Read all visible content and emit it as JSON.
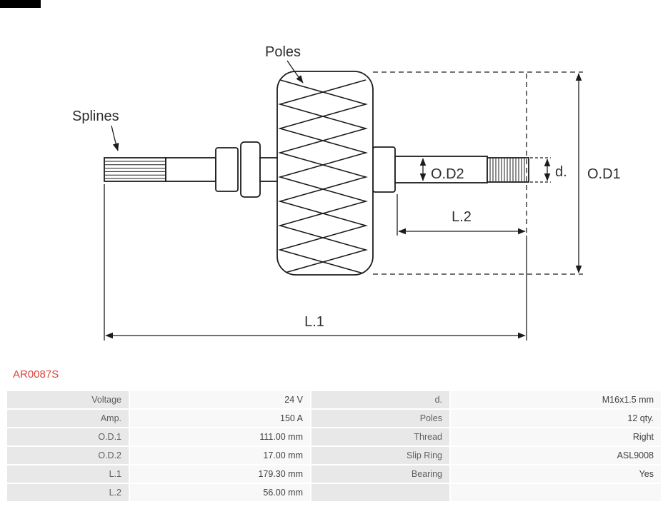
{
  "colors": {
    "accent": "#d9453c",
    "line": "#1c1c1c",
    "label-bg": "#e8e8e8",
    "value-bg": "#f8f8f8"
  },
  "part_number": "AR0087S",
  "diagram": {
    "labels": {
      "poles": "Poles",
      "splines": "Splines",
      "od2": "O.D2",
      "d": "d.",
      "od1": "O.D1",
      "l2": "L.2",
      "l1": "L.1"
    }
  },
  "spec_table": {
    "rows": [
      {
        "l1": "Voltage",
        "v1": "24 V",
        "l2": "d.",
        "v2": "M16x1.5 mm"
      },
      {
        "l1": "Amp.",
        "v1": "150 A",
        "l2": "Poles",
        "v2": "12 qty."
      },
      {
        "l1": "O.D.1",
        "v1": "111.00 mm",
        "l2": "Thread",
        "v2": "Right"
      },
      {
        "l1": "O.D.2",
        "v1": "17.00 mm",
        "l2": "Slip Ring",
        "v2": "ASL9008"
      },
      {
        "l1": "L.1",
        "v1": "179.30 mm",
        "l2": "Bearing",
        "v2": "Yes"
      },
      {
        "l1": "L.2",
        "v1": "56.00 mm",
        "l2": "",
        "v2": ""
      }
    ]
  }
}
